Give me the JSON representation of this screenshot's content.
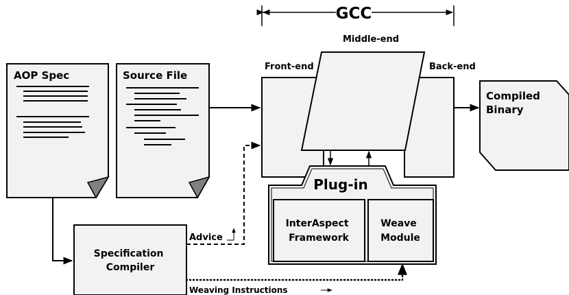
{
  "diagram": {
    "gcc_label": "GCC",
    "front_end_label": "Front-end",
    "middle_end_label": "Middle-end",
    "back_end_label": "Back-end",
    "aop_spec_label": "AOP Spec",
    "source_file_label": "Source File",
    "compiled_binary_label": [
      "Compiled",
      "Binary"
    ],
    "plugin_label": "Plug-in",
    "interaspect_label": [
      "InterAspect",
      "Framework"
    ],
    "weave_module_label": [
      "Weave",
      "Module"
    ],
    "spec_compiler_label": [
      "Specification",
      "Compiler"
    ],
    "advice_label": "Advice",
    "weaving_instructions_label": "Weaving Instructions"
  },
  "colors": {
    "box_fill": "#f2f2f2",
    "stroke": "#000000",
    "fold_corner": "#808080"
  }
}
